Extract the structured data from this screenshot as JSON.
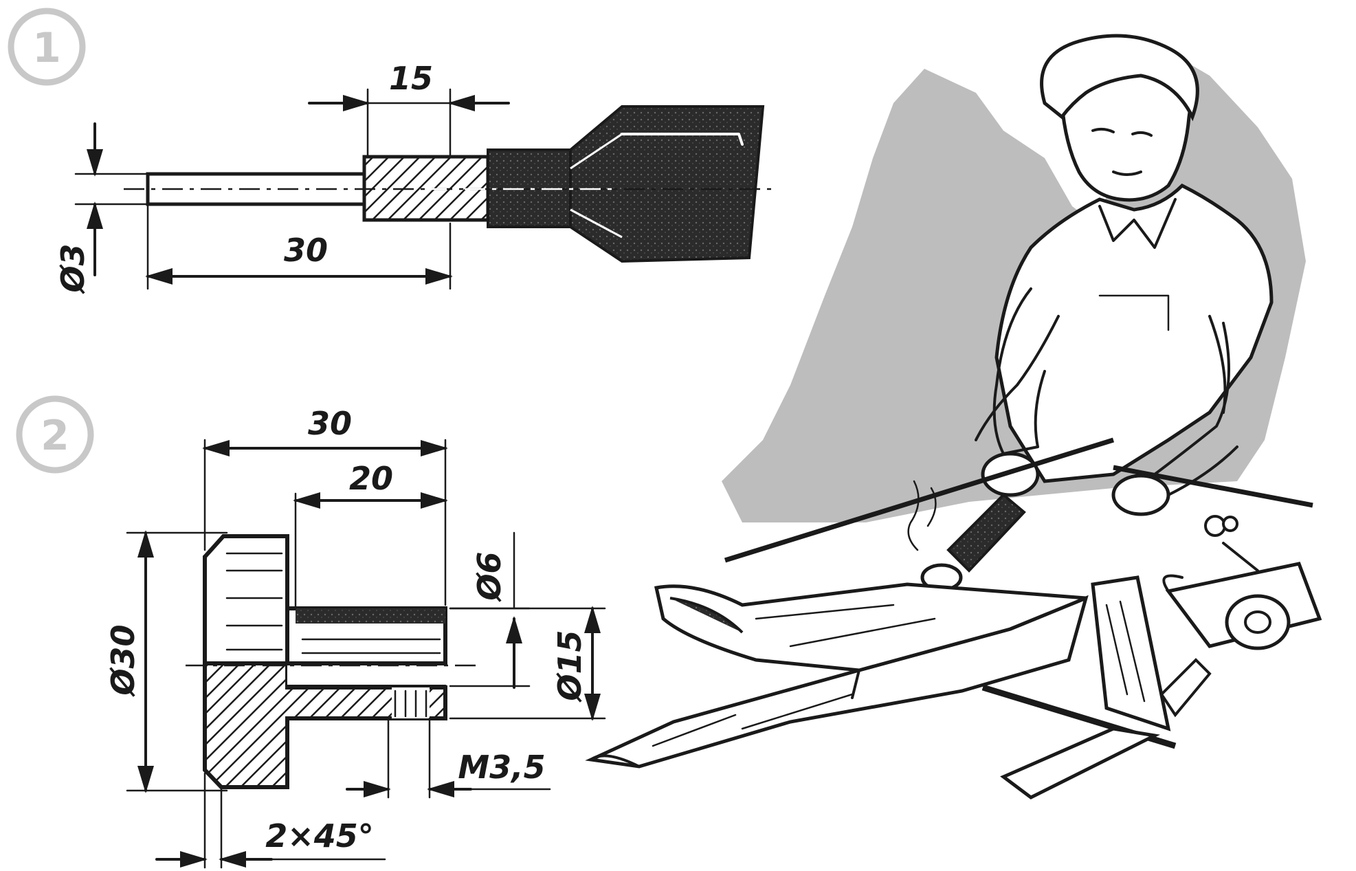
{
  "figure1": {
    "number": "1",
    "dim_top": "15",
    "dim_bottom": "30",
    "dim_diameter": "Ø3"
  },
  "figure2": {
    "number": "2",
    "dim_top_outer": "30",
    "dim_top_inner": "20",
    "dim_diameter_left": "Ø30",
    "dim_diameter_bore": "Ø6",
    "dim_diameter_hub": "Ø15",
    "dim_thread": "M3,5",
    "dim_chamfer": "2×45°"
  },
  "illustration": {
    "subject": "person-covering-model-airplane-wing"
  },
  "colors": {
    "ink": "#1a1a1a",
    "badge": "#c8c8c8",
    "backdrop": "#bdbdbd",
    "dark_fill": "#2b2b2b"
  }
}
